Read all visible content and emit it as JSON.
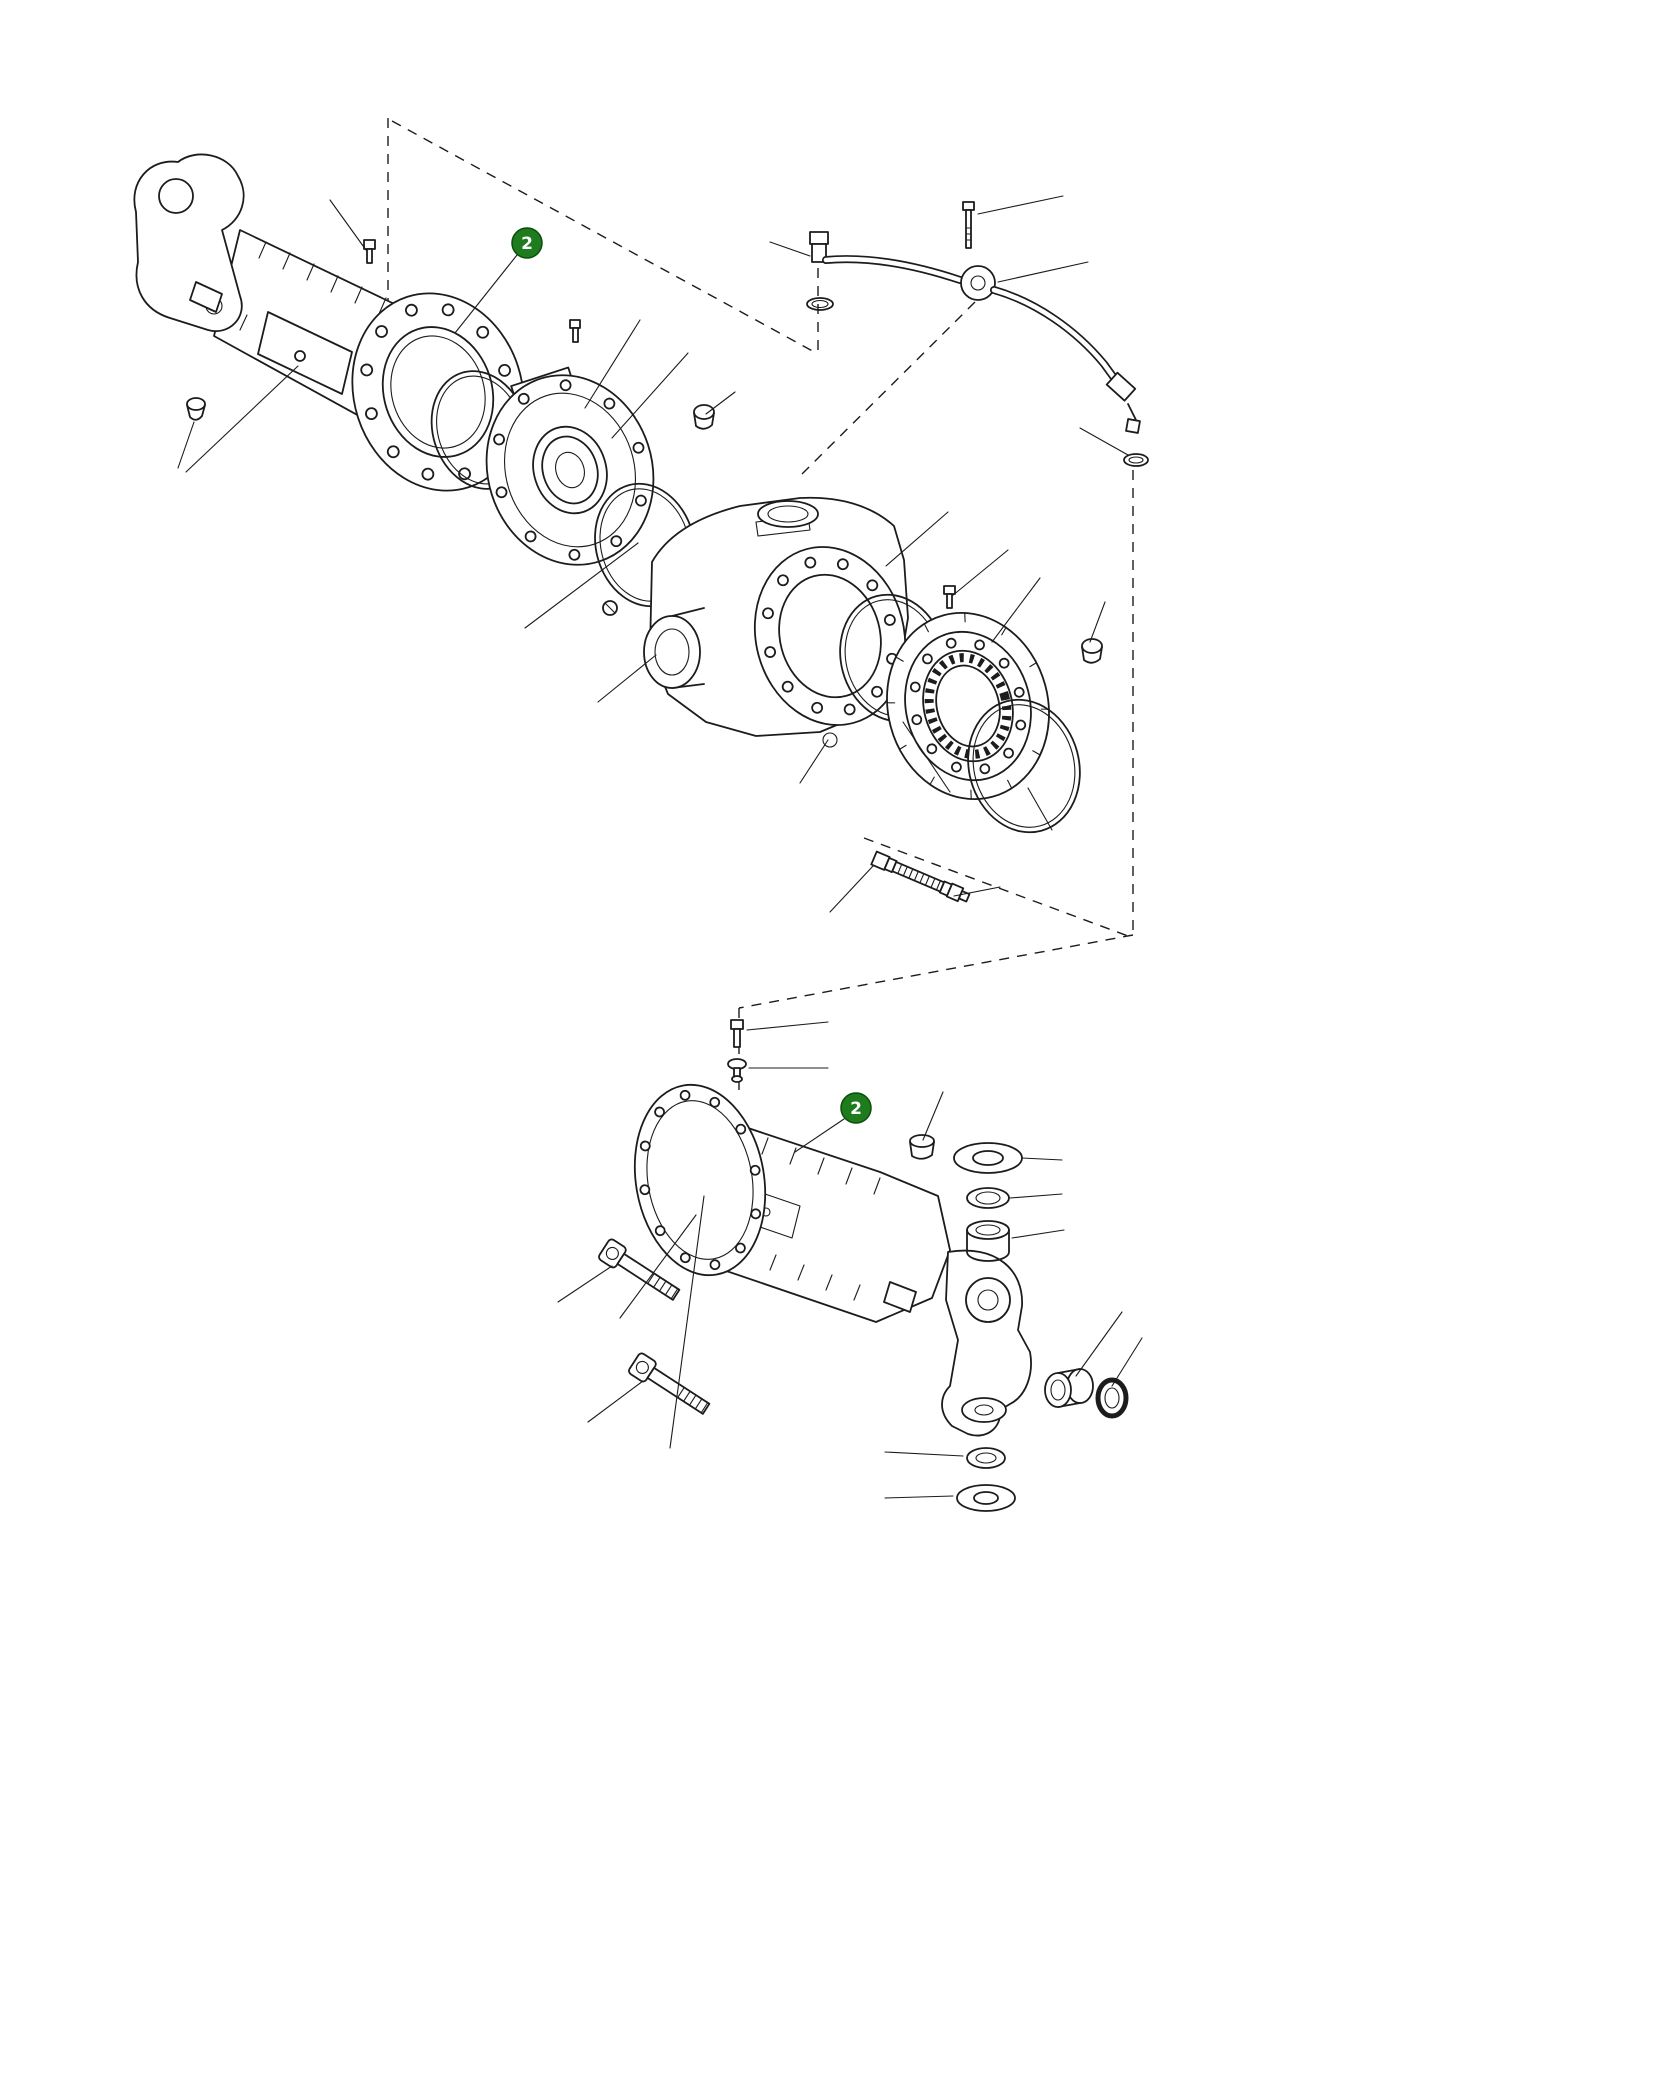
{
  "diagram": {
    "type": "exploded-parts-diagram",
    "badges": [
      {
        "label": "2"
      },
      {
        "label": "2"
      }
    ],
    "colors": {
      "line": "#1c1c1c",
      "background": "#ffffff",
      "badge_fill": "#1e7b1e",
      "badge_stroke": "#0a4f0a",
      "badge_text": "#ffffff"
    }
  }
}
